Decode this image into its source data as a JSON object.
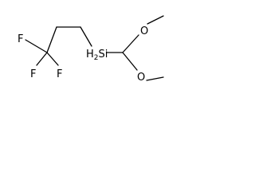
{
  "molecule": {
    "atoms": {
      "f_top": "F",
      "f_left": "F",
      "f_right": "F",
      "si_h": "H",
      "si_h_count": "2",
      "si": "Si",
      "o_top": "O",
      "o_bottom": "O"
    }
  }
}
